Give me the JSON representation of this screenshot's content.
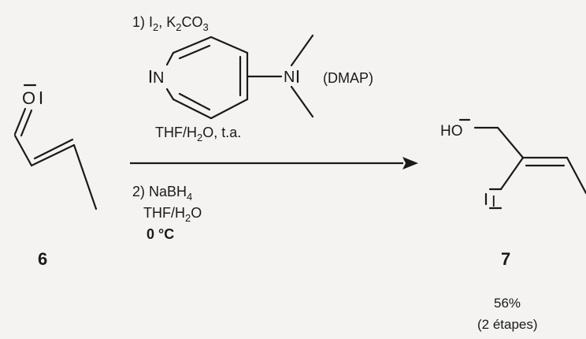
{
  "reagents": {
    "step1": {
      "prefix": "1) I",
      "sub1": "2",
      "mid": ", K",
      "sub2": "2",
      "after": "CO",
      "sub3": "3"
    },
    "dmap_label": "(DMAP)",
    "solvent1_prefix": "THF/H",
    "solvent1_sub": "2",
    "solvent1_suffix": "O, t.a.",
    "step2": {
      "prefix": "2) NaBH",
      "sub": "4"
    },
    "solvent2_prefix": "THF/H",
    "solvent2_suffix": "O",
    "temperature": "0 °C"
  },
  "compounds": {
    "start": {
      "number": "6",
      "atom_o": "O"
    },
    "product": {
      "number": "7",
      "atom_ho": "HO",
      "atom_i": "I"
    }
  },
  "yield": {
    "value": "56%",
    "note": "(2 étapes)"
  },
  "atoms": {
    "dmap_n_ring": "N",
    "dmap_n_amine": "N"
  }
}
